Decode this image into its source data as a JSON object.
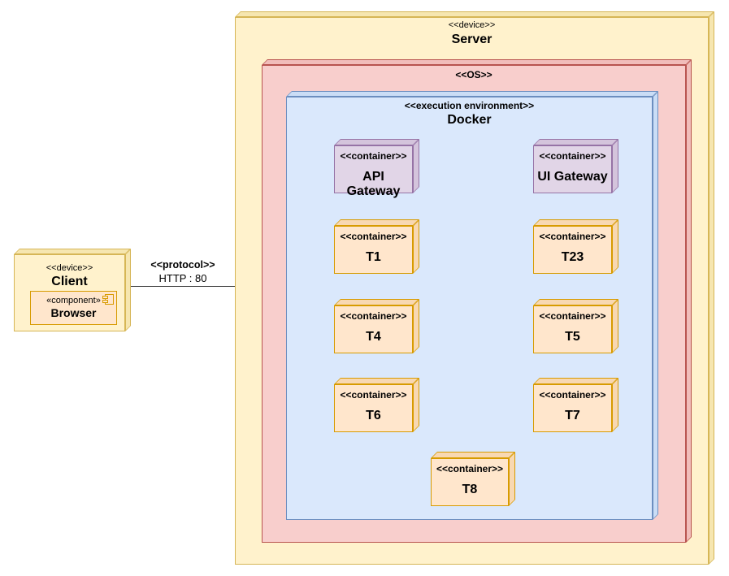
{
  "client": {
    "stereotype": "<<device>>",
    "name": "Client"
  },
  "browser": {
    "stereotype": "«component»",
    "name": "Browser"
  },
  "connection": {
    "stereotype": "<<protocol>>",
    "label": "HTTP : 80"
  },
  "server": {
    "stereotype": "<<device>>",
    "name": "Server"
  },
  "os": {
    "stereotype": "<<OS>>"
  },
  "docker": {
    "stereotype": "<<execution environment>>",
    "name": "Docker"
  },
  "containers": [
    {
      "stereotype": "<<container>>",
      "name": "API Gateway"
    },
    {
      "stereotype": "<<container>>",
      "name": "UI Gateway"
    },
    {
      "stereotype": "<<container>>",
      "name": "T1"
    },
    {
      "stereotype": "<<container>>",
      "name": "T23"
    },
    {
      "stereotype": "<<container>>",
      "name": "T4"
    },
    {
      "stereotype": "<<container>>",
      "name": "T5"
    },
    {
      "stereotype": "<<container>>",
      "name": "T6"
    },
    {
      "stereotype": "<<container>>",
      "name": "T7"
    },
    {
      "stereotype": "<<container>>",
      "name": "T8"
    }
  ],
  "colors": {
    "device_fill": "#FFF2CC",
    "device_stroke": "#D6B656",
    "os_fill": "#F8CECC",
    "os_stroke": "#B85450",
    "docker_fill": "#DAE8FC",
    "docker_stroke": "#6C8EBF",
    "gateway_fill": "#E1D5E7",
    "gateway_stroke": "#9673A6",
    "container_fill": "#FFE6CC",
    "container_stroke": "#D79B00",
    "connector": "#383838"
  }
}
